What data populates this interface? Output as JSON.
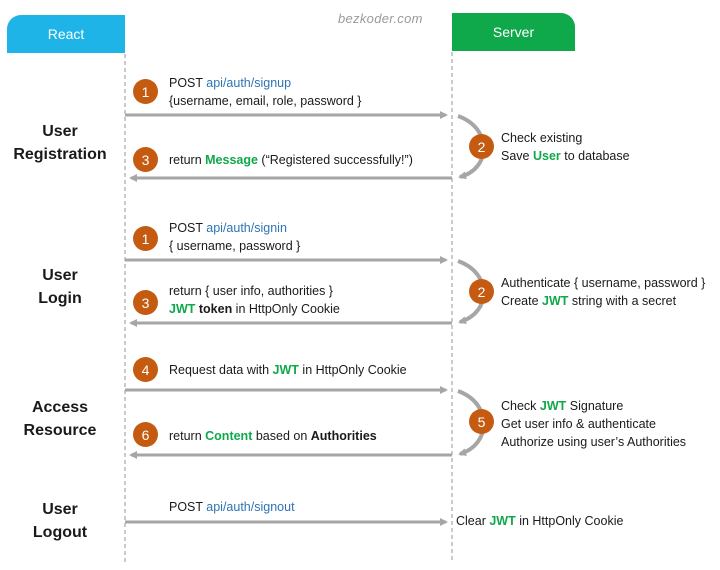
{
  "header": {
    "react": "React",
    "server": "Server",
    "watermark": "bezkoder.com"
  },
  "sections": {
    "registration": {
      "line1": "User",
      "line2": "Registration"
    },
    "login": {
      "line1": "User",
      "line2": "Login"
    },
    "access": {
      "line1": "Access",
      "line2": "Resource"
    },
    "logout": {
      "line1": "User",
      "line2": "Logout"
    }
  },
  "registration": {
    "s1": {
      "num": "1",
      "method": "POST ",
      "api": "api/auth/signup",
      "body": "{username, email, role, password }"
    },
    "s2": {
      "num": "2",
      "line1": "Check existing",
      "line2_pre": "Save ",
      "line2_hl": "User",
      "line2_post": " to database"
    },
    "s3": {
      "num": "3",
      "pre": "return ",
      "hl": "Message",
      "post": " (“Registered successfully!”)"
    }
  },
  "login": {
    "s1": {
      "num": "1",
      "method": "POST ",
      "api": "api/auth/signin",
      "body": "{ username, password }"
    },
    "s2": {
      "num": "2",
      "line1": "Authenticate { username, password }",
      "line2_pre": "Create ",
      "line2_hl": "JWT",
      "line2_post": " string with a secret"
    },
    "s3": {
      "num": "3",
      "line1": "return { user info, authorities }",
      "line2_hl": "JWT",
      "line2_b": " token",
      "line2_post": " in HttpOnly Cookie"
    }
  },
  "access": {
    "s4": {
      "num": "4",
      "pre": "Request data with ",
      "hl": "JWT",
      "post": " in HttpOnly Cookie"
    },
    "s5": {
      "num": "5",
      "line1_pre": "Check ",
      "line1_hl": "JWT",
      "line1_post": " Signature",
      "line2": "Get user info & authenticate",
      "line3": "Authorize using user’s Authorities"
    },
    "s6": {
      "num": "6",
      "pre": "return ",
      "hl": "Content",
      "mid": " based on ",
      "b": "Authorities"
    }
  },
  "logout": {
    "request": {
      "method": "POST ",
      "api": "api/auth/signout"
    },
    "server": {
      "pre": "Clear ",
      "hl": "JWT",
      "post": " in HttpOnly Cookie"
    }
  },
  "colors": {
    "react": "#1fb4e8",
    "server": "#0fa84a",
    "step": "#c55a11",
    "api": "#2e74b5",
    "highlight": "#0fa84a",
    "arrow": "#a6a6a6"
  }
}
